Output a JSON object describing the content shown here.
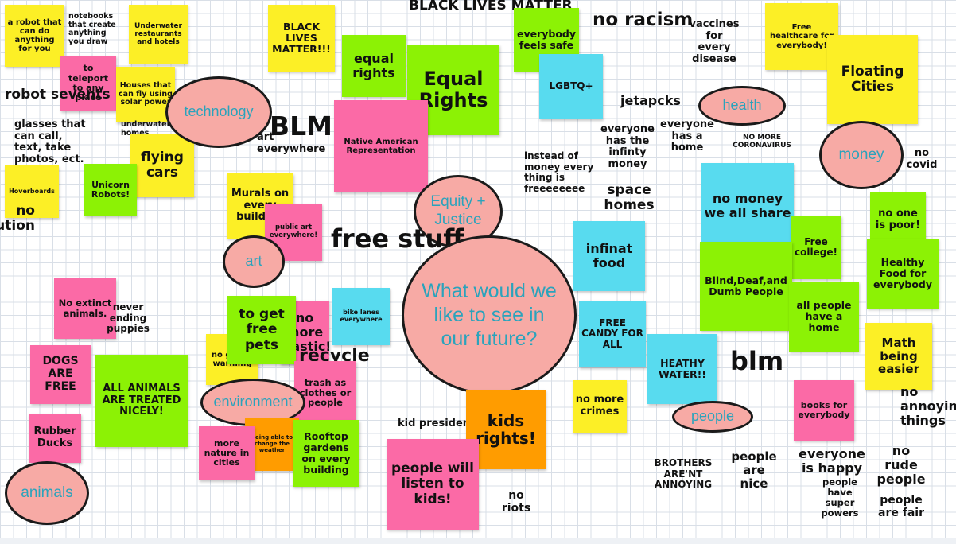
{
  "board": {
    "circles": {
      "center": "What would we like to see in our future?",
      "technology": "technology",
      "equity": "Equity + Justice",
      "health": "health",
      "money": "money",
      "art": "art",
      "environment": "environment",
      "people": "people",
      "animals": "animals"
    },
    "notes": {
      "robot_do_anything": "a robot that can do anything for you",
      "teleport": "to teleport to any place",
      "underwater_restaurants": "Underwater restaurants and hotels",
      "solar_houses": "Houses that can fly using solar power",
      "hoverboards": "Hoverboards",
      "unicorn_robots": "Unicorn Robots!",
      "flying_cars": "flying cars",
      "black_lives_matter": "BLACK LIVES MATTER!!!",
      "equal_rights_small": "equal rights",
      "equal_rights_big": "Equal Rights",
      "native_american": "Native American Representation",
      "everybody_safe": "everybody feels safe",
      "lgbtq": "LGBTQ+",
      "free_healthcare": "Free healthcare for everybody!",
      "floating_cities": "Floating Cities",
      "murals": "Murals on every building",
      "public_art": "public art everywhere!",
      "no_money_share": "no money we all share",
      "infinite_food": "infinat food",
      "free_candy": "FREE CANDY FOR ALL",
      "healthy_water": "HEATHY WATER!!",
      "no_more_crimes": "no more crimes",
      "free_college": "Free college!",
      "no_one_poor": "no one is poor!",
      "healthy_food": "Healthy Food for everybody",
      "blind_deaf": "Blind,Deaf,and Dumb People",
      "all_people_home": "all people have a home",
      "math_easier": "Math being easier",
      "books": "books for everybody",
      "no_extinct": "No extinct animals.",
      "dogs_free": "DOGS ARE FREE",
      "all_animals_nicely": "ALL ANIMALS ARE TREATED NICELY!",
      "rubber_ducks": "Rubber Ducks",
      "free_pets": "to get free pets",
      "no_more_plastic": "no more plastic!",
      "no_global_warming": "no global warming",
      "bike_lanes": "bike lanes everywhere",
      "trash_clothes": "trash as clothes or people",
      "more_nature": "more nature in cities",
      "change_weather": "being able to change the weather",
      "rooftop_gardens": "Rooftop gardens on every building",
      "kids_rights": "kids rights!",
      "people_listen": "people will listen to kids!"
    },
    "texts": {
      "notebooks": "notebooks that create anything you draw",
      "robot_sevents": "robot sevents",
      "glasses": "glasses that can call, text, take photos, ect.",
      "underwater_homes": "underwater homes",
      "no_pollution": "no pollution",
      "blm_big": "BLM",
      "art_everywhere": "art everywhere",
      "black_lives_top": "BLACK LIVES MATTER",
      "no_racism": "no racism",
      "vaccines": "vaccines for every disease",
      "jetpacks": "jetapcks",
      "everyone_infinity": "everyone has the infinty money",
      "everyone_home": "everyone has a home",
      "no_coronavirus": "NO MORE CORONAVIRUS",
      "no_covid": "no covid",
      "instead_of_money": "instead of money every thing is freeeeeeee",
      "space_homes": "space homes",
      "free_stuff": "free stuff",
      "recycle": "recycle",
      "never_ending_puppies": "never ending puppies",
      "blm_lower": "blm",
      "kid_president": "kid president",
      "no_riots": "no riots",
      "brothers": "BROTHERS ARE'NT ANNOYING",
      "people_nice": "people are nice",
      "everyone_happy": "everyone is happy",
      "super_powers": "people have super powers",
      "no_rude": "no rude people",
      "people_fair": "people are fair",
      "no_annoying": "no annoying things"
    }
  }
}
